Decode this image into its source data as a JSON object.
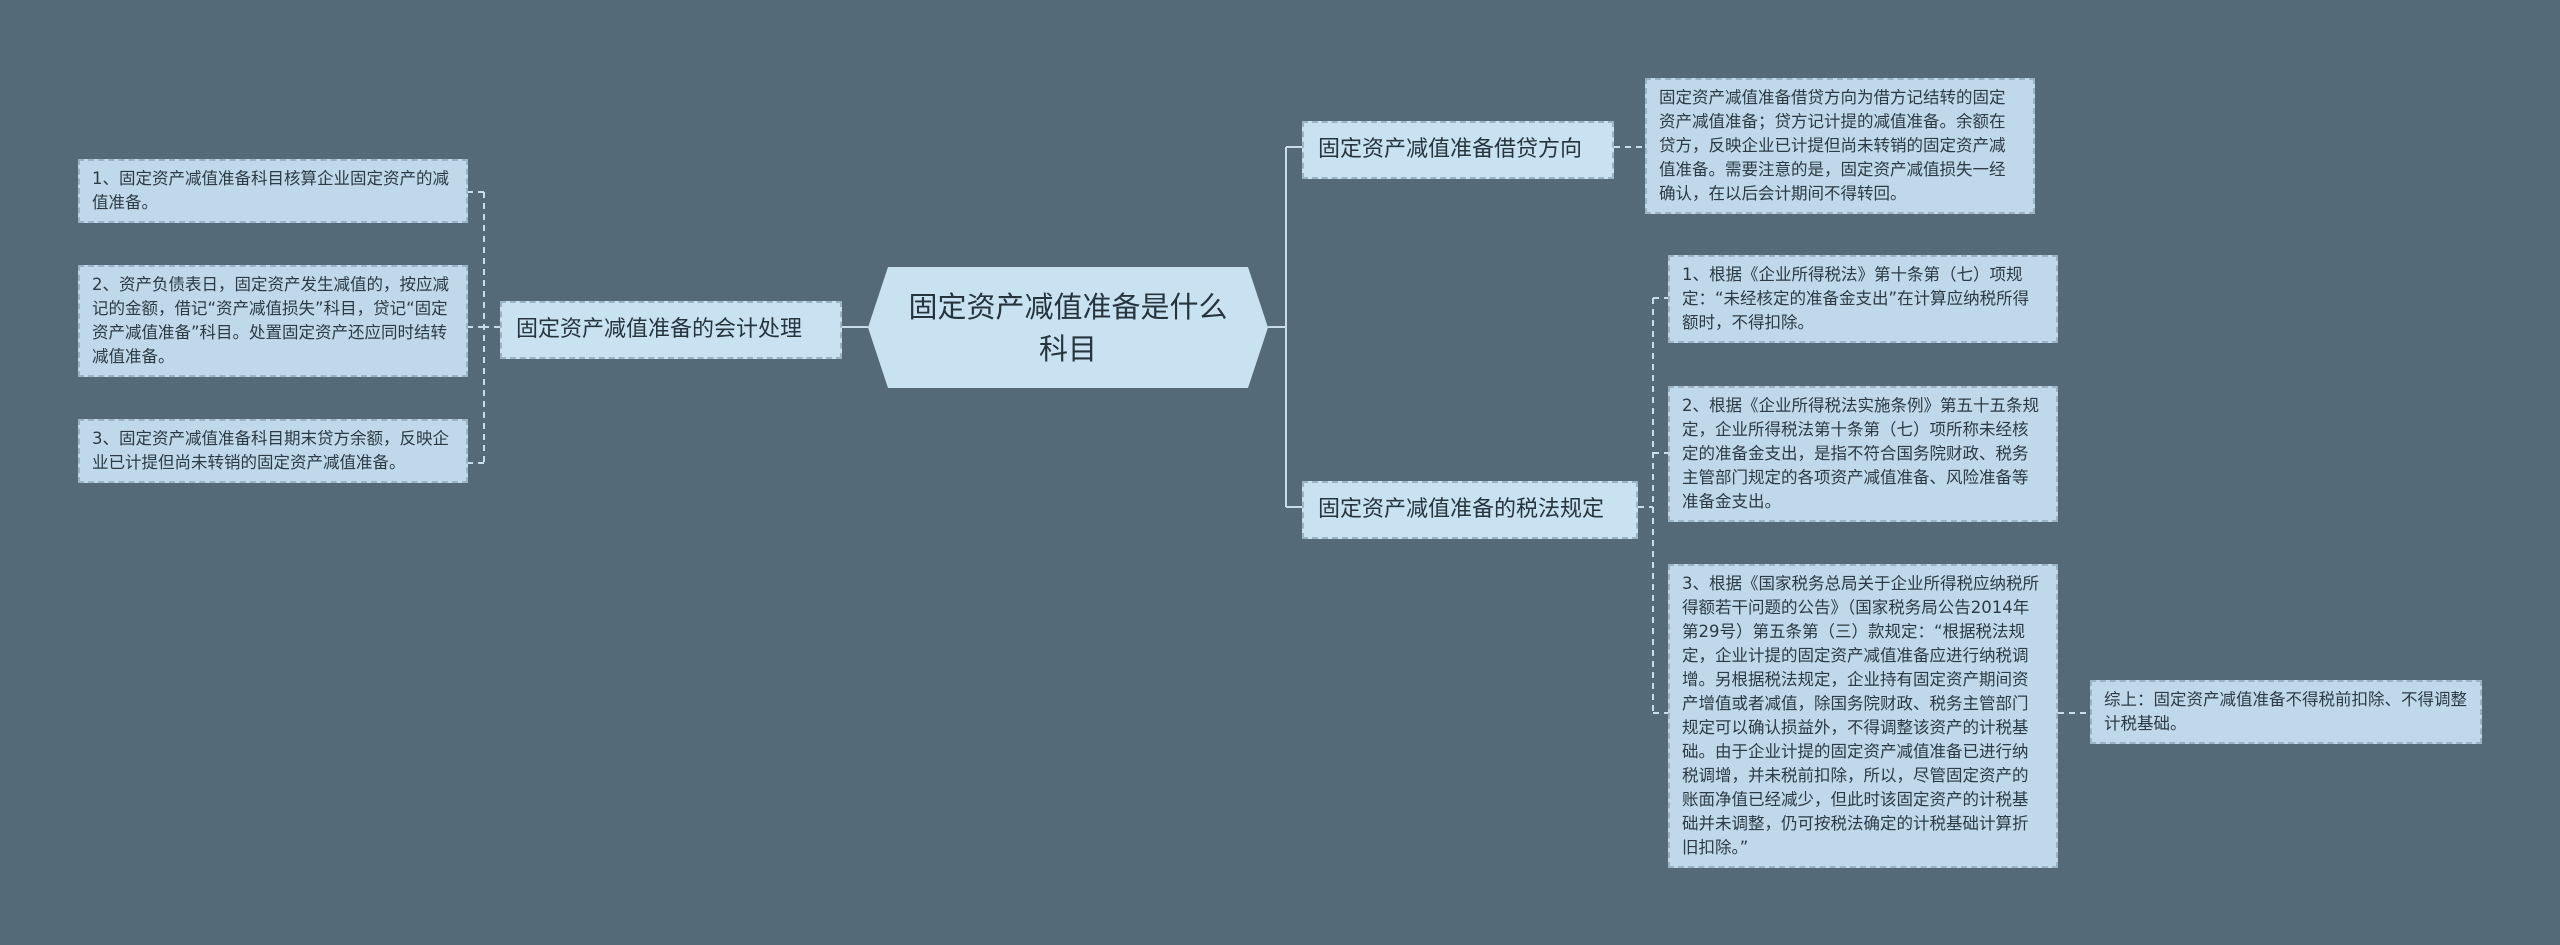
{
  "root": {
    "title": "固定资产减值准备是什么科目"
  },
  "branches": {
    "accounting": {
      "label": "固定资产减值准备的会计处理",
      "items": [
        "1、固定资产减值准备科目核算企业固定资产的减值准备。",
        "2、资产负债表日，固定资产发生减值的，按应减记的金额，借记“资产减值损失”科目，贷记“固定资产减值准备”科目。处置固定资产还应同时结转减值准备。",
        "3、固定资产减值准备科目期末贷方余额，反映企业已计提但尚未转销的固定资产减值准备。"
      ]
    },
    "direction": {
      "label": "固定资产减值准备借贷方向",
      "items": [
        "固定资产减值准备借贷方向为借方记结转的固定资产减值准备；贷方记计提的减值准备。余额在贷方，反映企业已计提但尚未转销的固定资产减值准备。需要注意的是，固定资产减值损失一经确认，在以后会计期间不得转回。"
      ]
    },
    "tax": {
      "label": "固定资产减值准备的税法规定",
      "items": [
        "1、根据《企业所得税法》第十条第（七）项规定：“未经核定的准备金支出”在计算应纳税所得额时，不得扣除。",
        "2、根据《企业所得税法实施条例》第五十五条规定，企业所得税法第十条第（七）项所称未经核定的准备金支出，是指不符合国务院财政、税务主管部门规定的各项资产减值准备、风险准备等准备金支出。",
        "3、根据《国家税务总局关于企业所得税应纳税所得额若干问题的公告》（国家税务局公告2014年第29号）第五条第（三）款规定：“根据税法规定，企业计提的固定资产减值准备应进行纳税调增。另根据税法规定，企业持有固定资产期间资产增值或者减值，除国务院财政、税务主管部门规定可以确认损益外，不得调整该资产的计税基础。由于企业计提的固定资产减值准备已进行纳税调增，并未税前扣除，所以，尽管固定资产的账面净值已经减少，但此时该固定资产的计税基础并未调整，仍可按税法确定的计税基础计算折旧扣除。”"
      ],
      "conclusion": "综上：固定资产减值准备不得税前扣除、不得调整计税基础。"
    }
  }
}
